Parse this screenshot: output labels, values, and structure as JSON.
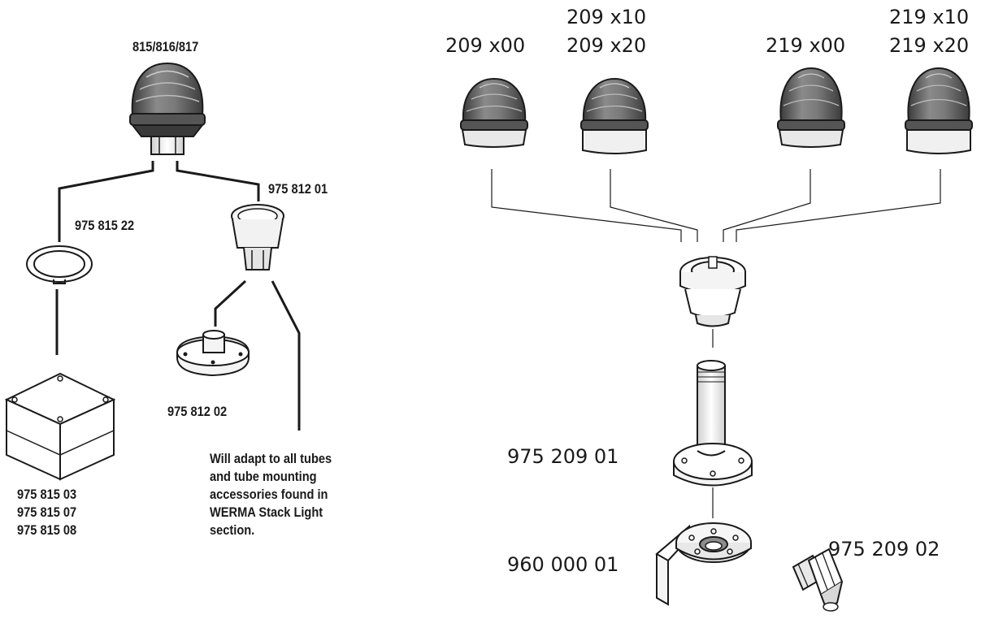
{
  "left_assembly": {
    "beacon_label": "815/816/817",
    "adapter_label": "975 812 01",
    "gasket_label": "975 815 22",
    "tube_base_label": "975 812 02",
    "box_labels": [
      "975 815 03",
      "975 815 07",
      "975 815 08"
    ],
    "note_lines": [
      "Will adapt to all tubes",
      "and tube mounting",
      "accessories found in",
      "WERMA Stack Light",
      "section."
    ]
  },
  "right_assembly": {
    "dome_labels": [
      {
        "lines": [
          "209 x00"
        ]
      },
      {
        "lines": [
          "209 x10",
          "209 x20"
        ]
      },
      {
        "lines": [
          "219 x00"
        ]
      },
      {
        "lines": [
          "219 x10",
          "219 x20"
        ]
      }
    ],
    "tube_label": "975 209 01",
    "bracket_label": "960 000 01",
    "gland_label": "975 209 02"
  },
  "colors": {
    "line": "#1a1a1a",
    "dome_body": "#6e6e6e",
    "dome_shade": "#4a4a4a",
    "ring_light": "#e6e6e6",
    "metal": "#f2f2f2"
  }
}
